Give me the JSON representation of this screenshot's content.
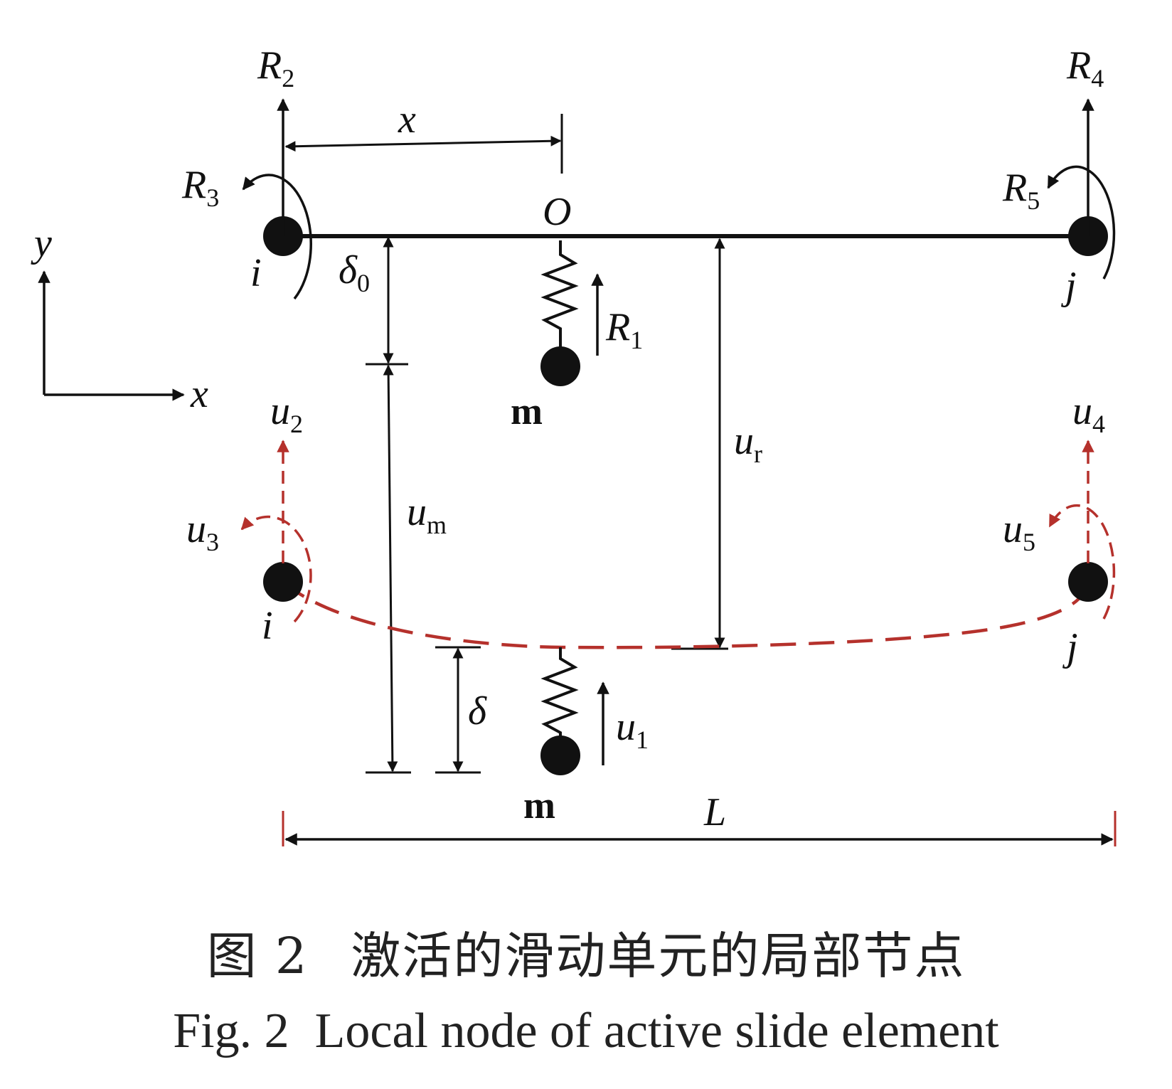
{
  "colors": {
    "ink": "#111111",
    "deformed": "#b5312c"
  },
  "labels": {
    "R": "R",
    "u": "u",
    "x_dim": "x",
    "O": "O",
    "i": "i",
    "j": "j",
    "delta0": "δ",
    "delta0_sub": "0",
    "delta": "δ",
    "L": "L",
    "m": "m",
    "axis_x": "x",
    "axis_y": "y",
    "sub_1": "1",
    "sub_2": "2",
    "sub_3": "3",
    "sub_4": "4",
    "sub_5": "5",
    "sub_m": "m",
    "sub_r": "r"
  },
  "caption": {
    "zh_fig": "图 2",
    "zh_title": "激活的滑动单元的局部节点",
    "en_fig": "Fig. 2",
    "en_title": "Local node of active slide element"
  }
}
